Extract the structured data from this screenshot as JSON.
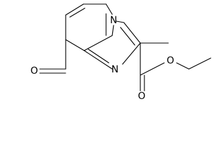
{
  "molecule": {
    "atoms": {
      "n_bridge": "N",
      "n_ring": "N",
      "o_aldehyde": "O",
      "o_carbonyl": "O",
      "o_ester": "O"
    }
  }
}
